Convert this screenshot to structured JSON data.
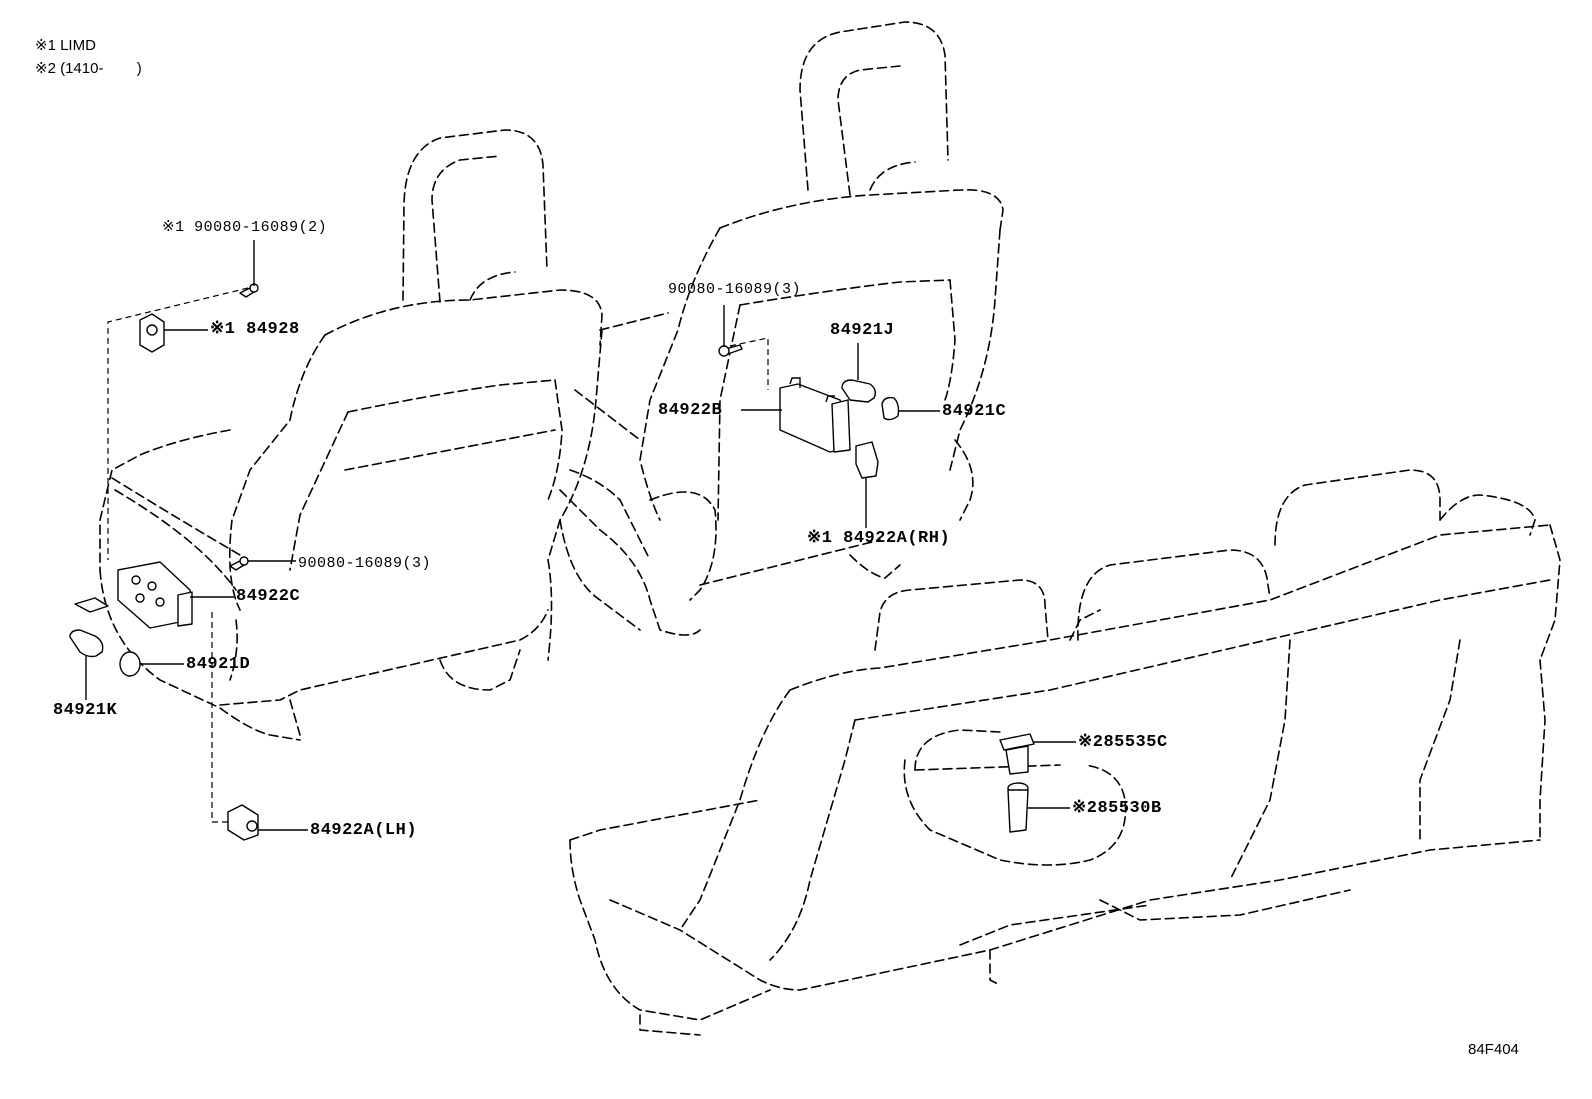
{
  "notes": {
    "note1": "※1 LIMD",
    "note2": "※2 (1410-        )"
  },
  "callouts": {
    "bolt_top": "※1 90080-16089(2)",
    "p84928": "※1 84928",
    "bolt_mid": "90080-16089(3)",
    "p84922C": "84922C",
    "p84921D": "84921D",
    "p84921K": "84921K",
    "p84922A_LH": "84922A(LH)",
    "bolt_right": "90080-16089(3)",
    "p84921J": "84921J",
    "p84922B": "84922B",
    "p84921C": "84921C",
    "p84922A_RH": "※1 84922A(RH)",
    "p85535C": "※285535C",
    "p85530B": "※285530B"
  },
  "figure_code": "84F404"
}
